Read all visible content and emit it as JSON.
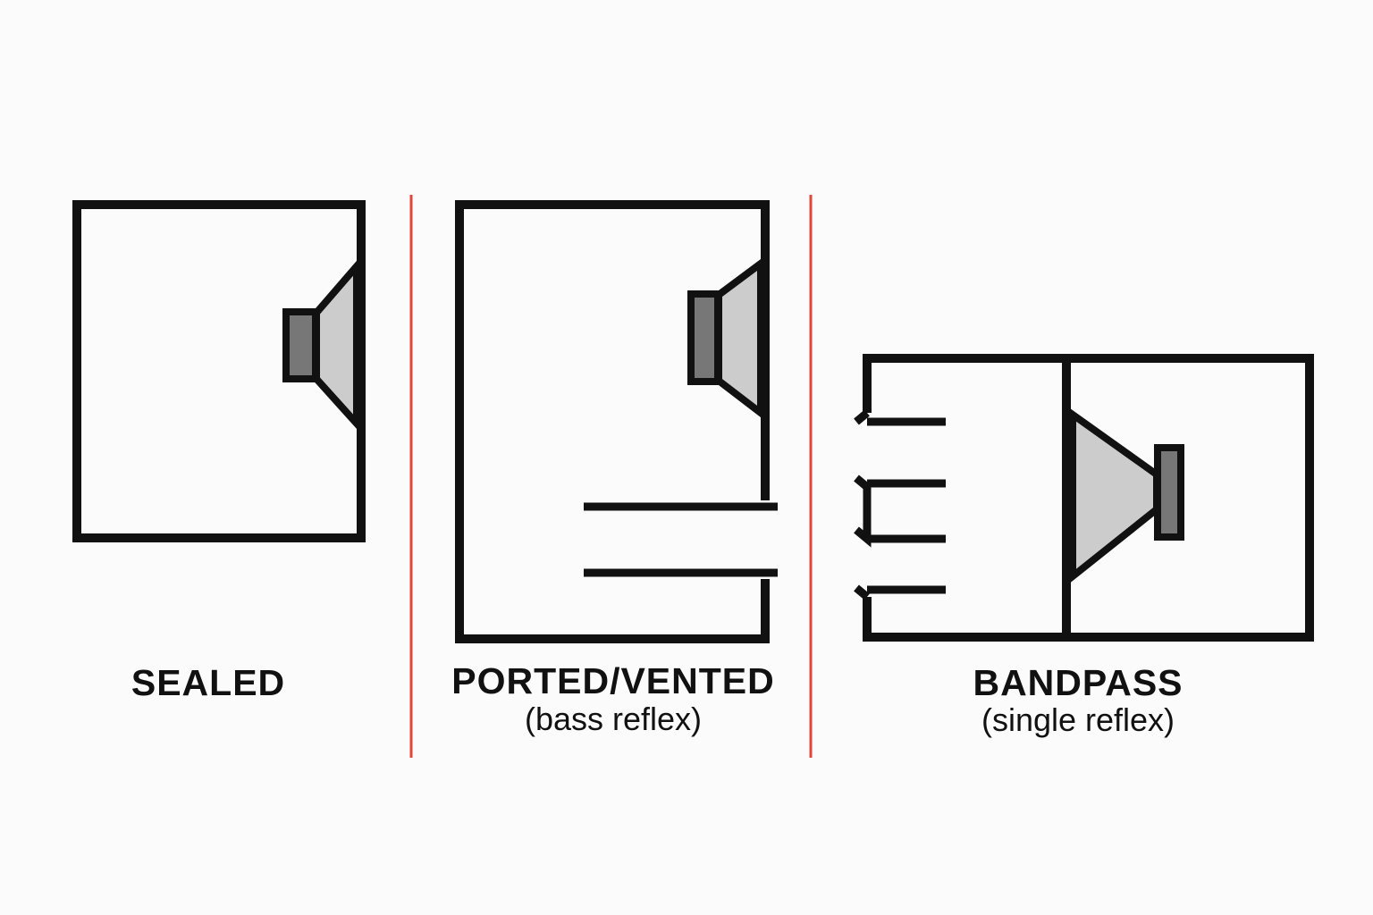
{
  "colors": {
    "stroke": "#111111",
    "divider": "#e0463a",
    "cone": "#cccccc",
    "magnet": "#777777",
    "background": "#fbfbfb"
  },
  "panels": [
    {
      "title": "SEALED",
      "subtitle": ""
    },
    {
      "title": "PORTED/VENTED",
      "subtitle": "(bass reflex)"
    },
    {
      "title": "BANDPASS",
      "subtitle": "(single reflex)"
    }
  ],
  "icons": [
    "speaker-driver-icon"
  ]
}
